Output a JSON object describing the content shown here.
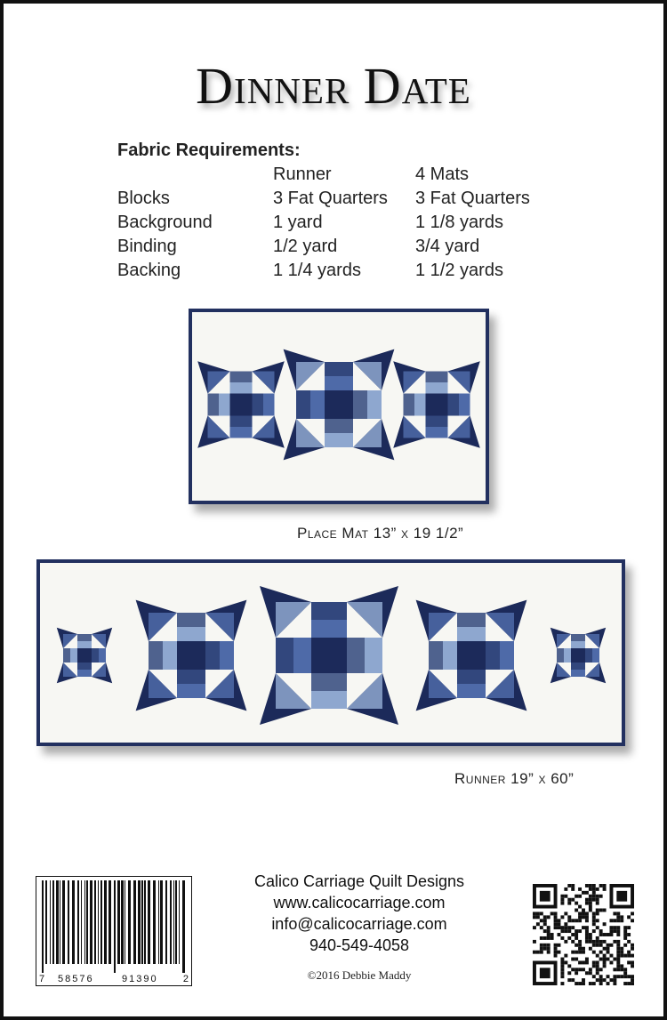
{
  "title": "Dinner Date",
  "fabric": {
    "heading": "Fabric Requirements:",
    "columns": [
      "",
      "Runner",
      "4 Mats"
    ],
    "rows": [
      [
        "Blocks",
        "3 Fat Quarters",
        "3 Fat Quarters"
      ],
      [
        "Background",
        "1 yard",
        "1 1/8 yards"
      ],
      [
        "Binding",
        "1/2 yard",
        "3/4 yard"
      ],
      [
        "Backing",
        "1 1/4 yards",
        "1 1/2 yards"
      ]
    ]
  },
  "placemat_caption": "Place Mat 13” x 19 1/2”",
  "runner_caption": "Runner 19” x 60”",
  "contact": {
    "company": "Calico Carriage Quilt Designs",
    "website": "www.calicocarriage.com",
    "email": "info@calicocarriage.com",
    "phone": "940-549-4058"
  },
  "copyright": "©2016 Debbie Maddy",
  "barcode": {
    "digit_first": "7",
    "group_left": "58576",
    "group_right": "91390",
    "digit_last": "2"
  },
  "colors": {
    "navy": "#1c2a5a",
    "medium_blue": "#4e6aa8",
    "light_blue": "#8ea7cf",
    "background": "#f7f7f3"
  }
}
